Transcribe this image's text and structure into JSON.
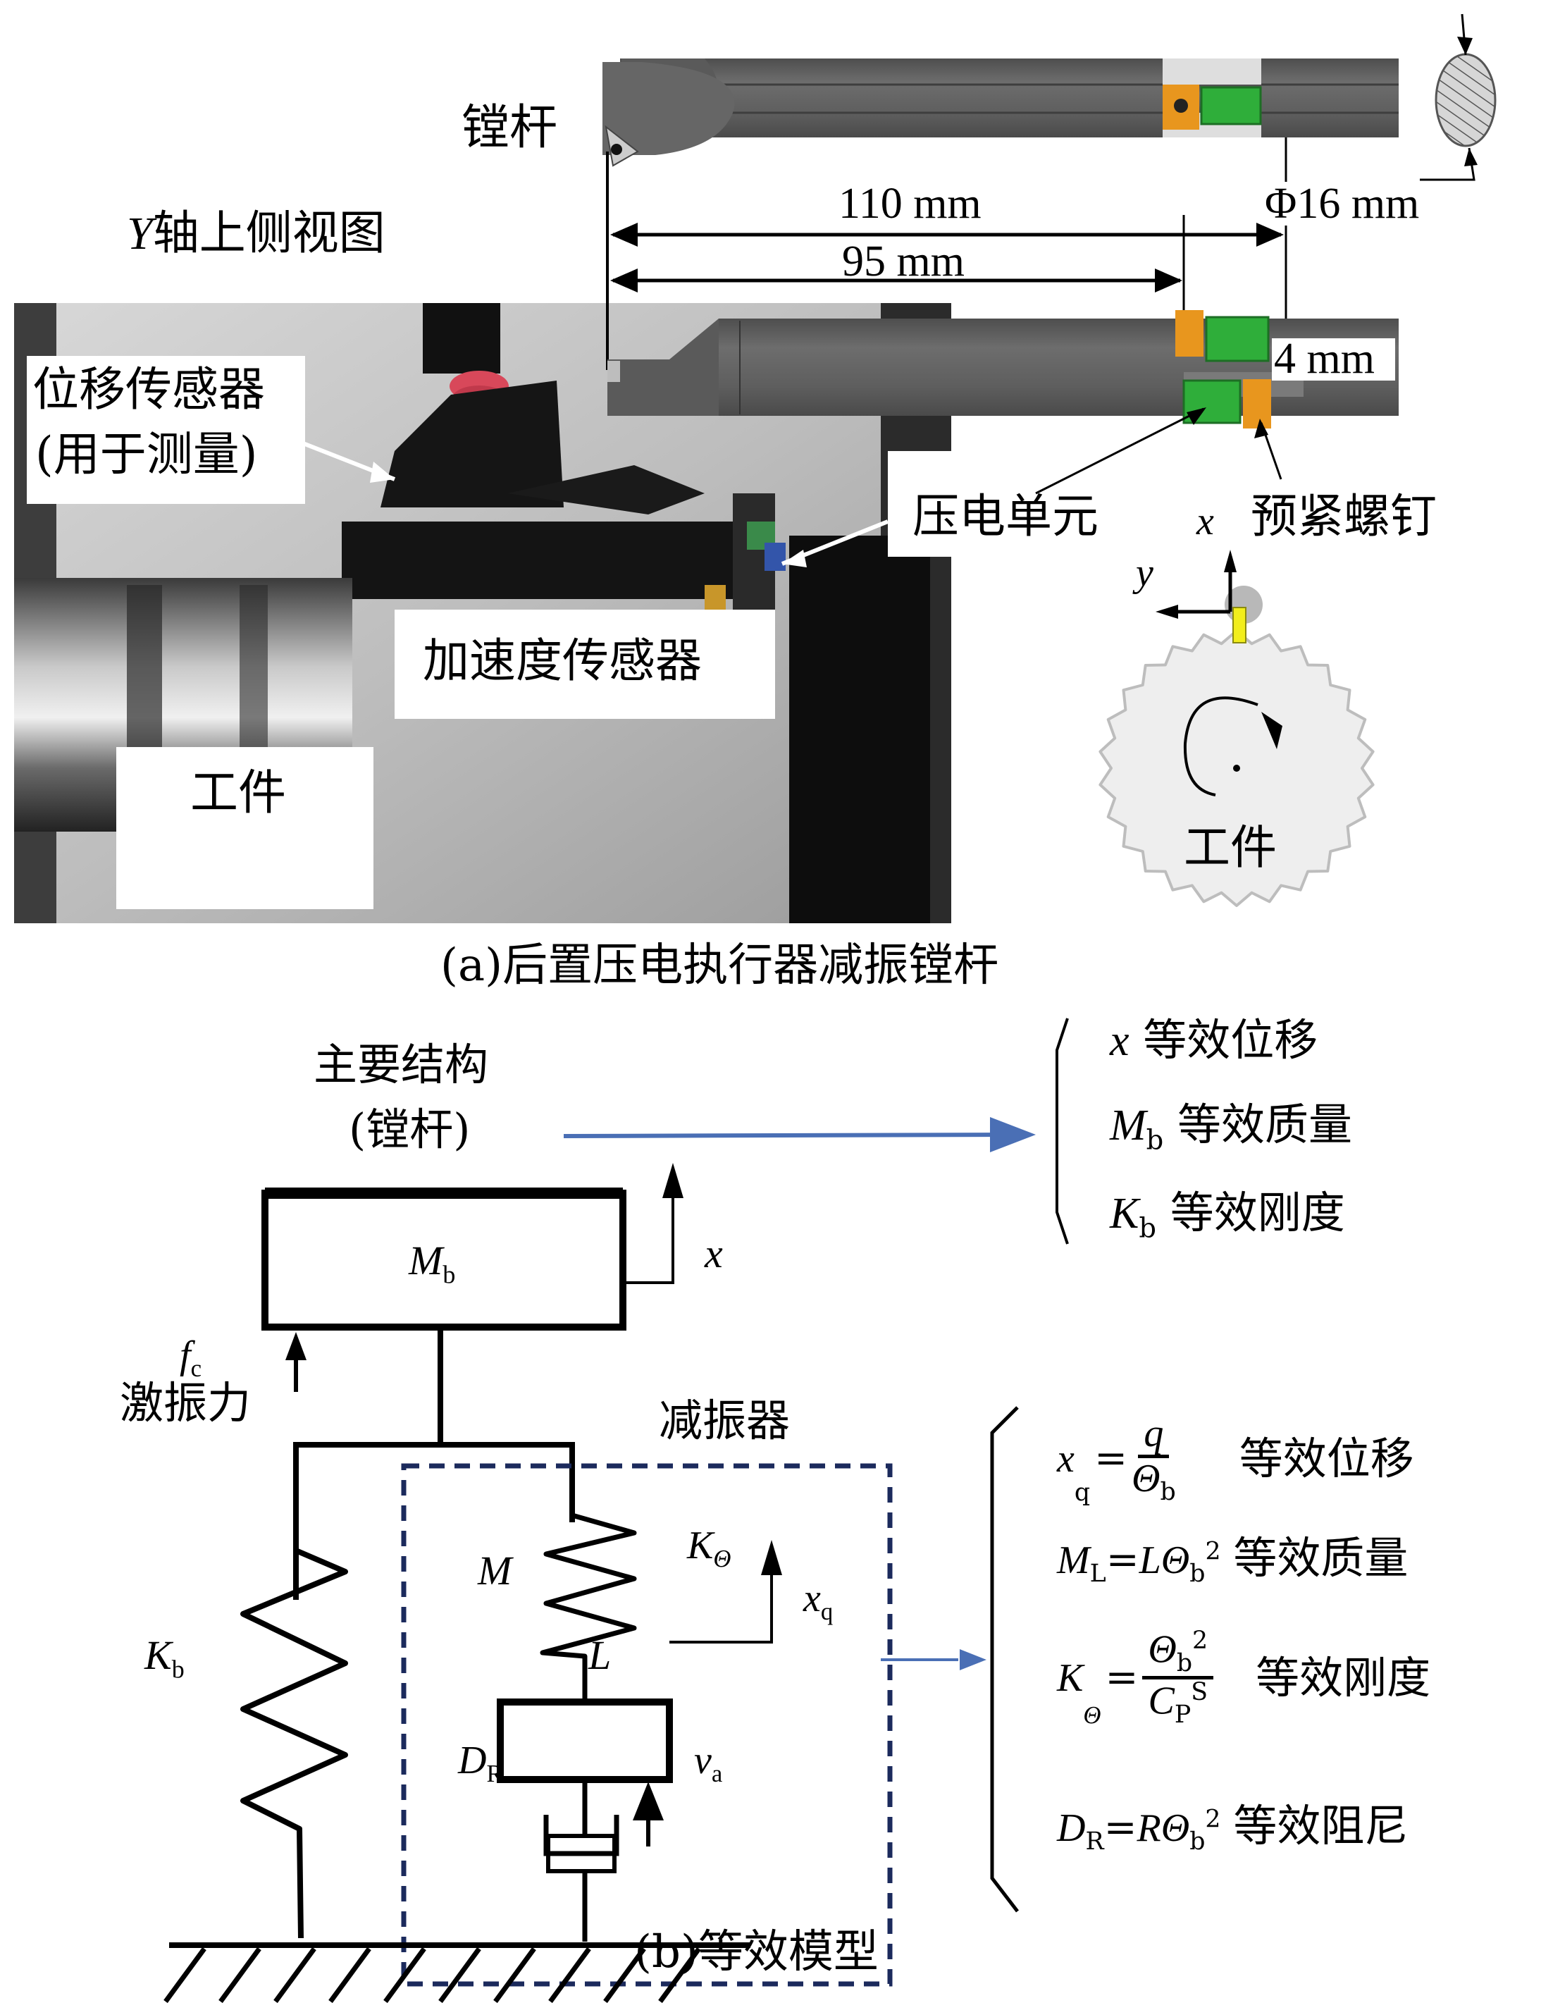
{
  "panel_a": {
    "caption": "(a)后置压电执行器减振镗杆",
    "labels": {
      "boring_bar": "镗杆",
      "y_axis_view": "Y轴上侧视图",
      "y_axis_view_var": "Y",
      "y_axis_view_text": "轴上侧视图",
      "displacement_sensor_line1": "位移传感器",
      "displacement_sensor_line2": "(用于测量)",
      "accelerometer": "加速度传感器",
      "workpiece_photo": "工件",
      "piezo_unit": "压电单元",
      "preload_screw": "预紧螺钉",
      "workpiece_schematic": "工件",
      "axis_x": "x",
      "axis_y": "y"
    },
    "dimensions": {
      "length_total": "110 mm",
      "length_piezo": "95 mm",
      "diameter": "Φ16 mm",
      "offset": "4 mm"
    },
    "colors": {
      "bar_body": "#5e5e5e",
      "piezo_green": "#2fae3a",
      "screw_orange": "#e8961e",
      "insert_yellow": "#f2ee1c",
      "workpiece_fill": "#eeeeee"
    }
  },
  "panel_b": {
    "caption": "(b)等效模型",
    "main_structure_line1": "主要结构",
    "main_structure_line2": "(镗杆)",
    "damper_label": "减振器",
    "excitation_label": "激振力",
    "symbols": {
      "Mb": {
        "base": "M",
        "sub": "b"
      },
      "x": "x",
      "fc": {
        "base": "f",
        "sub": "c"
      },
      "Kb": {
        "base": "K",
        "sub": "b"
      },
      "M": "M",
      "L": "L",
      "KTheta": {
        "base": "K",
        "sub": "Θ"
      },
      "xq": {
        "base": "x",
        "sub": "q"
      },
      "DR": {
        "base": "D",
        "sub": "R"
      },
      "va": {
        "base": "v",
        "sub": "a"
      }
    },
    "legend_main": [
      {
        "sym": "x",
        "sub": "",
        "desc": "等效位移"
      },
      {
        "sym": "M",
        "sub": "b",
        "desc": "等效质量"
      },
      {
        "sym": "K",
        "sub": "b",
        "desc": "等效刚度"
      }
    ],
    "legend_damper": [
      {
        "lhs": "x",
        "lhs_sub": "q",
        "num": "q",
        "den": "Θ",
        "den_sub": "b",
        "desc": "等效位移"
      },
      {
        "lhs": "M",
        "lhs_sub": "L",
        "rhs": "LΘ",
        "rhs_sub": "b",
        "rhs_sup": "2",
        "desc": "等效质量"
      },
      {
        "lhs": "K",
        "lhs_sub": "Θ",
        "num": "Θ",
        "num_sub": "b",
        "num_sup": "2",
        "den": "C",
        "den_sub": "P",
        "den_sup": "S",
        "desc": "等效刚度"
      },
      {
        "lhs": "D",
        "lhs_sub": "R",
        "rhs": "RΘ",
        "rhs_sub": "b",
        "rhs_sup": "2",
        "desc": "等效阻尼"
      }
    ],
    "colors": {
      "arrow_blue": "#4a6fb5",
      "dashed_navy": "#1b2a5c"
    }
  }
}
